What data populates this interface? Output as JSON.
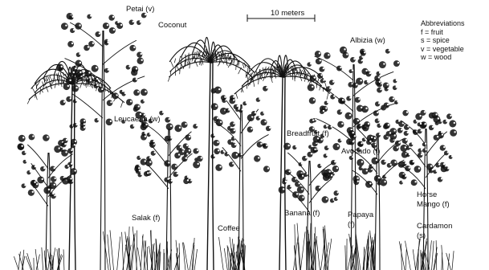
{
  "scale": {
    "label": "10 meters"
  },
  "abbreviations": {
    "heading": "Abbreviations",
    "items": [
      "f = fruit",
      "s = spice",
      "v = vegetable",
      "w = wood"
    ]
  },
  "labels": {
    "petai": "Petai (v)",
    "coconut": "Coconut",
    "albizia": "Albizia (w)",
    "leucaena": "Leucaena (w)",
    "breadfruit": "Breadfruit (f)",
    "avocado": "Avocado (f)",
    "salak": "Salak (f)",
    "coffee": "Coffee",
    "banana": "Banana (f)",
    "papaya_1": "Papaya",
    "papaya_2": "(f)",
    "horse_mango_1": "Horse",
    "horse_mango_2": "Mango (f)",
    "cardamon_1": "Cardamon",
    "cardamon_2": "(s)"
  },
  "colors": {
    "ink": "#111111",
    "background": "#ffffff"
  }
}
